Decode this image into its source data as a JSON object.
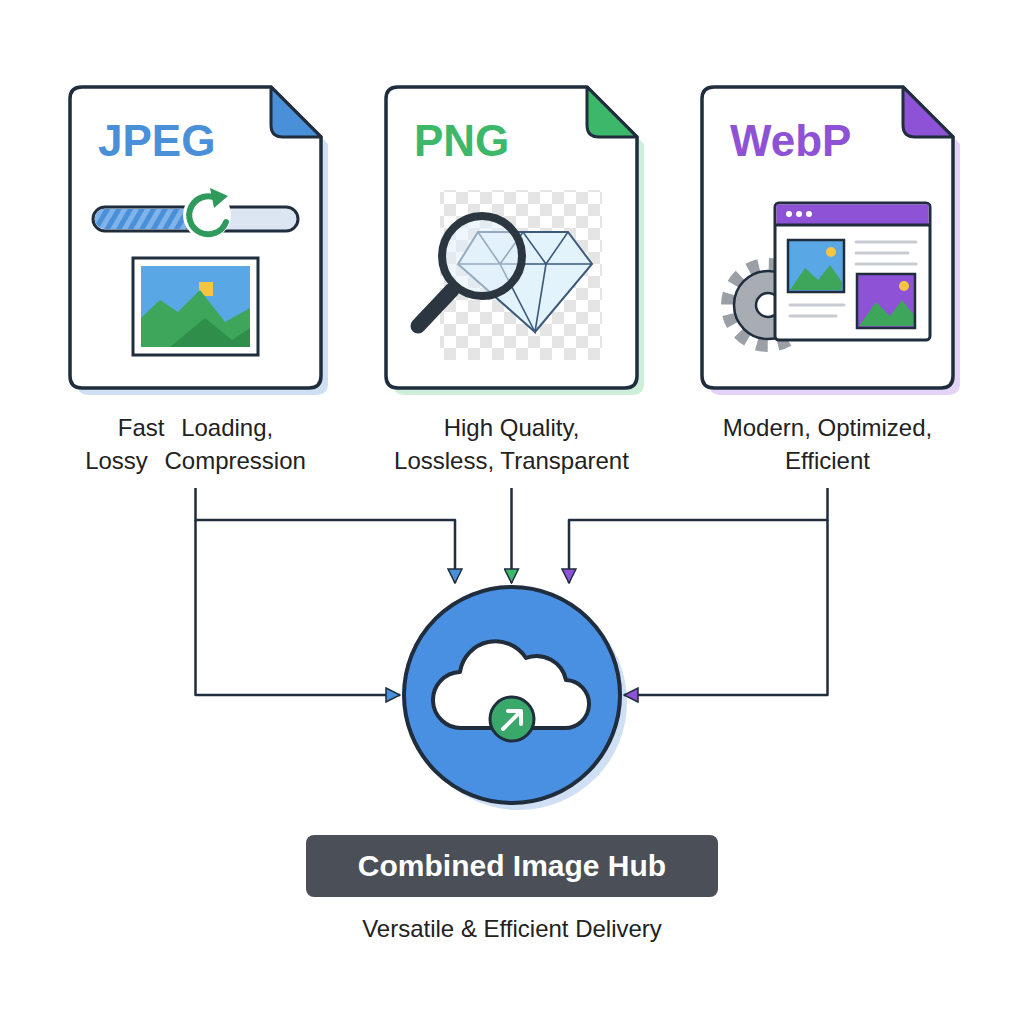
{
  "diagram": {
    "nodes": [
      {
        "text": [
          "JPEG",
          "Fast Loading, Lossy Compression"
        ]
      },
      {
        "text": [
          "PNG",
          "High Quality, Lossless, Transparent"
        ]
      },
      {
        "text": [
          "WebP",
          "Modern, Optimized, Efficient"
        ]
      },
      {
        "text": [
          "Combined Image Hub",
          "Versatile & Efficient Delivery"
        ]
      }
    ],
    "edges": [
      {
        "from": 0,
        "to": 3,
        "arrow": "to"
      },
      {
        "from": 1,
        "to": 3,
        "arrow": "to"
      },
      {
        "from": 2,
        "to": 3,
        "arrow": "to"
      }
    ]
  }
}
